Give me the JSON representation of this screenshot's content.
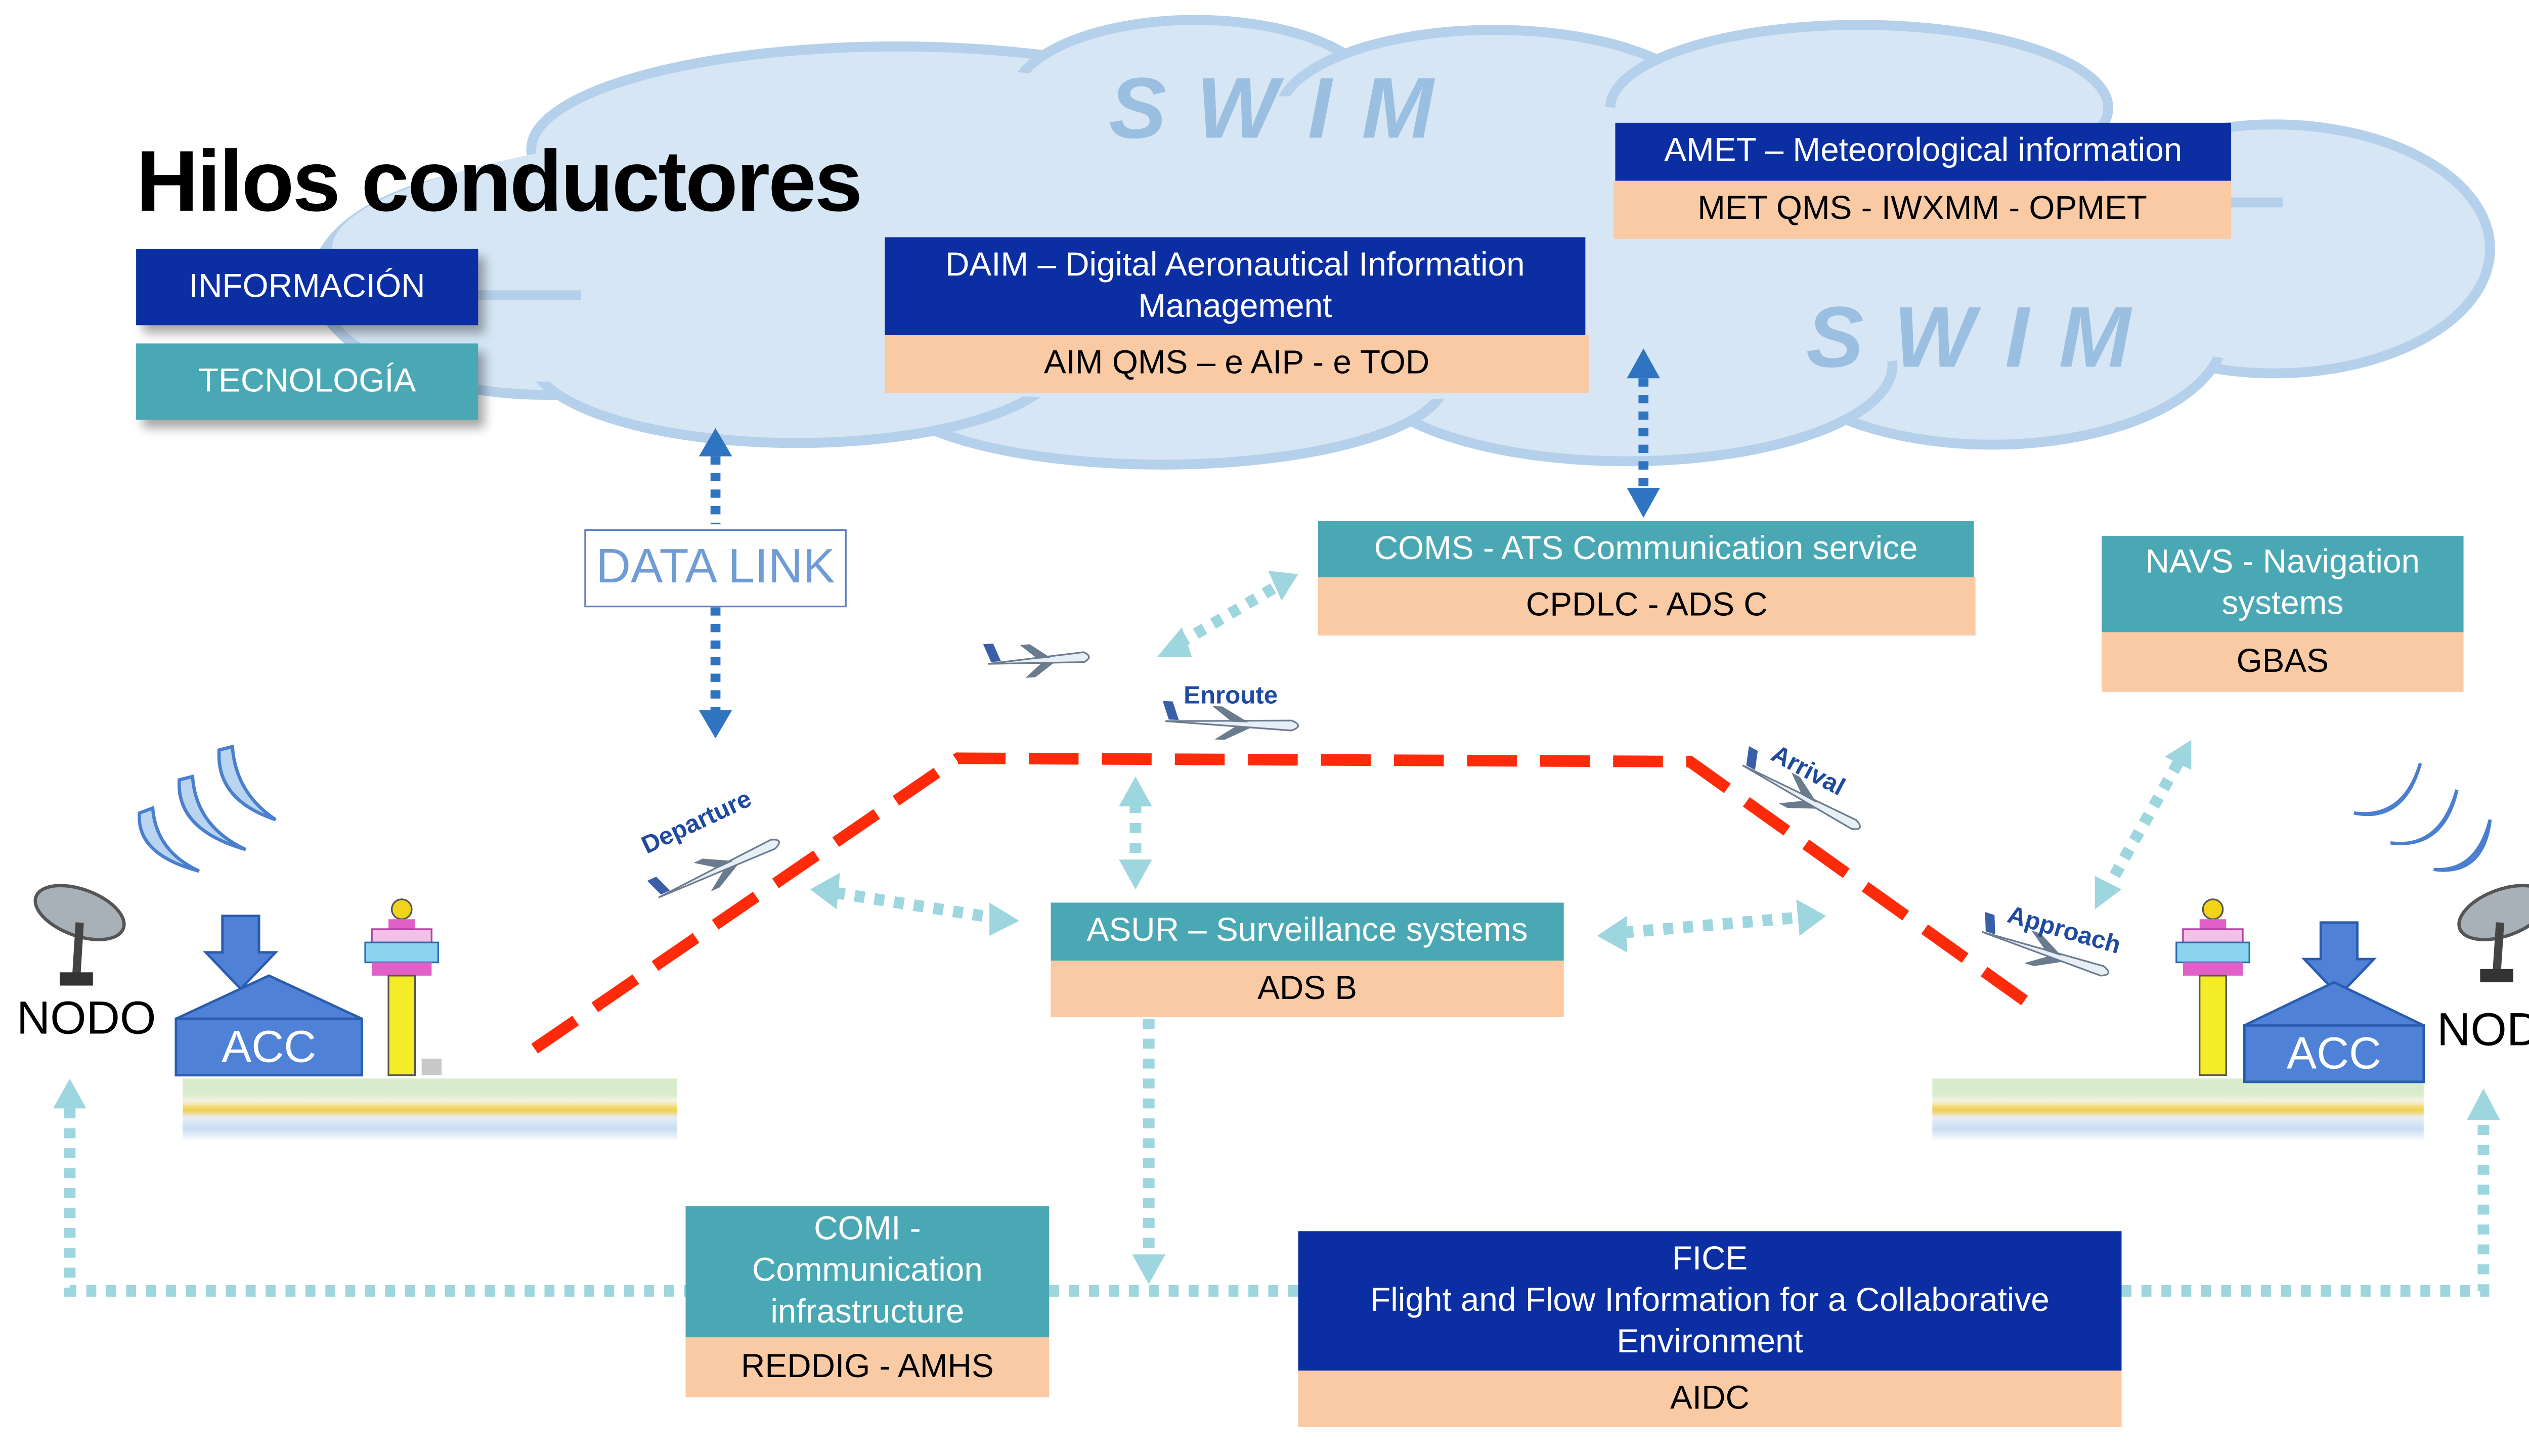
{
  "title": "Hilos conductores",
  "legend": {
    "info": "INFORMACIÓN",
    "tech": "TECNOLOGÍA"
  },
  "cloud_label": "SWIM",
  "cloud_label_2": "SWIM",
  "data_link": "DATA LINK",
  "boxes": {
    "daim": {
      "title": "DAIM – Digital Aeronautical Information Management",
      "sub": "AIM QMS – e AIP - e TOD"
    },
    "amet": {
      "title": "AMET – Meteorological information",
      "sub": "MET QMS  -  IWXMM - OPMET"
    },
    "coms": {
      "title": "COMS - ATS Communication service",
      "sub": "CPDLC  - ADS C"
    },
    "navs": {
      "title": "NAVS - Navigation systems",
      "sub": "GBAS"
    },
    "asur": {
      "title": "ASUR – Surveillance systems",
      "sub": "ADS B"
    },
    "comi": {
      "title": "COMI - Communication infrastructure",
      "sub": "REDDIG  - AMHS"
    },
    "fice": {
      "title_line1": "FICE",
      "title_line2": "Flight and Flow Information for a Collaborative Environment",
      "sub": "AIDC"
    }
  },
  "flight_phases": {
    "departure": "Departure",
    "enroute": "Enroute",
    "arrival": "Arrival",
    "approach": "Approach"
  },
  "nodes": {
    "left": "NODO",
    "right": "NODO"
  },
  "acc": {
    "left": "ACC",
    "right": "ACC"
  },
  "colors": {
    "info": "#0b2fa2",
    "tech": "#4aa8b4",
    "sub": "#f9caa4",
    "route": "#ff2a0a",
    "swim_cloud": "#d6e6f5",
    "arrow_dark": "#2f74c0",
    "arrow_light": "#9dd6df"
  }
}
